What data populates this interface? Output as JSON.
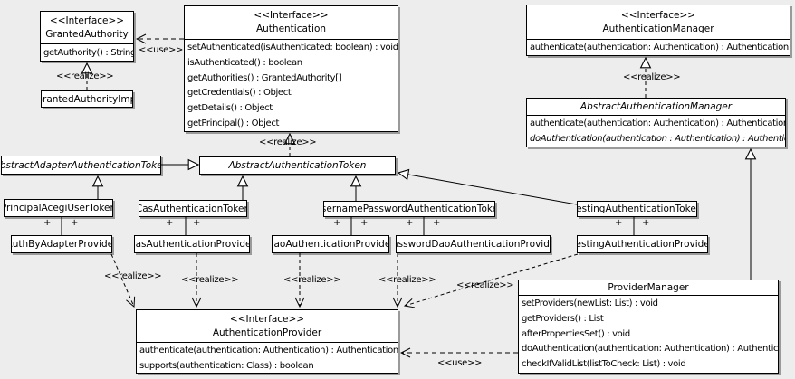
{
  "stereotypes": {
    "interface": "<<Interface>>",
    "realize": "<<realize>>",
    "use": "<<use>>",
    "plus": "+"
  },
  "classes": {
    "granted_authority": {
      "stereotype": "<<Interface>>",
      "name": "GrantedAuthority",
      "methods": [
        "getAuthority() : String"
      ]
    },
    "granted_authority_impl": {
      "name": "GrantedAuthorityImpl"
    },
    "authentication": {
      "stereotype": "<<Interface>>",
      "name": "Authentication",
      "methods": [
        "setAuthenticated(isAuthenticated: boolean) : void",
        "isAuthenticated() : boolean",
        "getAuthorities() : GrantedAuthority[]",
        "getCredentials() : Object",
        "getDetails() : Object",
        "getPrincipal() : Object"
      ]
    },
    "authentication_manager": {
      "stereotype": "<<Interface>>",
      "name": "AuthenticationManager",
      "methods": [
        "authenticate(authentication: Authentication) : Authentication"
      ]
    },
    "abstract_authentication_manager": {
      "name": "AbstractAuthenticationManager",
      "methods": [
        "authenticate(authentication: Authentication) : Authentication",
        "doAuthentication(authentication : Authentication) : Authentication"
      ]
    },
    "abstract_adapter_authentication_token": {
      "name": "AbstractAdapterAuthenticationToken"
    },
    "abstract_authentication_token": {
      "name": "AbstractAuthenticationToken"
    },
    "principal_acegi_user_token": {
      "name": "PrincipalAcegiUserToken"
    },
    "cas_authentication_token": {
      "name": "CasAuthenticationToken"
    },
    "username_password_authentication_token": {
      "name": "UsernamePasswordAuthenticationToken"
    },
    "testing_authentication_token": {
      "name": "TestingAuthenticationToken"
    },
    "auth_by_adapter_provider": {
      "name": "AuthByAdapterProvider"
    },
    "cas_authentication_provider": {
      "name": "CasAuthenticationProvider"
    },
    "dao_authentication_provider": {
      "name": "DaoAuthenticationProvider"
    },
    "password_dao_authentication_provider": {
      "name": "PasswordDaoAuthenticationProvider"
    },
    "testing_authentication_provider": {
      "name": "TestingAuthenticationProvider"
    },
    "authentication_provider": {
      "stereotype": "<<Interface>>",
      "name": "AuthenticationProvider",
      "methods": [
        "authenticate(authentication: Authentication) : Authentication",
        "supports(authentication: Class) : boolean"
      ]
    },
    "provider_manager": {
      "name": "ProviderManager",
      "methods": [
        "setProviders(newList: List) : void",
        "getProviders() : List",
        "afterPropertiesSet() : void",
        "doAuthentication(authentication: Authentication) : Authentication",
        "checkIfValidList(listToCheck: List) : void"
      ]
    }
  }
}
